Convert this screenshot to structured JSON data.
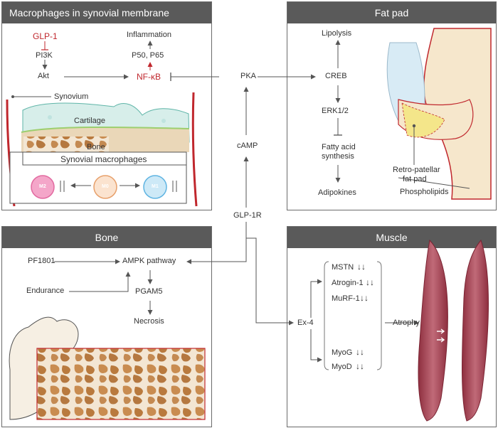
{
  "panels": {
    "macrophages": {
      "title": "Macrophages in synovial membrane",
      "glp1": "GLP-1",
      "pi3k": "PI3K",
      "akt": "Akt",
      "inflammation": "Inflammation",
      "p50p65": "P50, P65",
      "nfkb": "NF-κB",
      "synovium": "Synovium",
      "cartilage": "Cartilage",
      "bone": "Bone",
      "synovial_macrophages": "Synovial macrophages",
      "m2": "M2",
      "m0": "M0",
      "m1": "M1"
    },
    "fatpad": {
      "title": "Fat pad",
      "lipolysis": "Lipolysis",
      "creb": "CREB",
      "erk": "ERK1/2",
      "fatty_acid_1": "Fatty acid",
      "fatty_acid_2": "synthesis",
      "adipokines": "Adipokines",
      "retro_1": "Retro-patellar",
      "retro_2": "fat pad",
      "phospholipids": "Phospholipids"
    },
    "bone": {
      "title": "Bone",
      "pf1801": "PF1801",
      "ampk": "AMPK pathway",
      "endurance": "Endurance",
      "pgam5": "PGAM5",
      "necrosis": "Necrosis"
    },
    "muscle": {
      "title": "Muscle",
      "mstn": "MSTN",
      "atrogin": "Atrogin-1",
      "murf": "MuRF-1",
      "ex4": "Ex-4",
      "atrophy": "Atrophy",
      "myog": "MyoG",
      "myod": "MyoD"
    }
  },
  "center": {
    "pka": "PKA",
    "camp": "cAMP",
    "glp1r": "GLP-1R"
  },
  "colors": {
    "header": "#5a5a5a",
    "highlight_red": "#c0272d",
    "arrow": "#555555"
  }
}
